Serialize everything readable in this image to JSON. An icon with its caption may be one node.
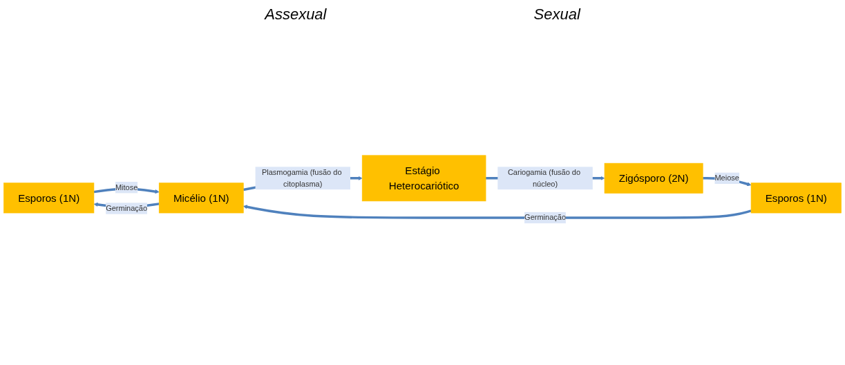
{
  "diagram": {
    "nodes": [
      {
        "text": [
          "Esporos (1N)"
        ]
      },
      {
        "text": [
          "Micélio (1N)"
        ]
      },
      {
        "text": [
          "Estágio Heterocariótico"
        ]
      },
      {
        "text": [
          "Zigósporo (2N)"
        ]
      },
      {
        "text": [
          "Esporos (1N)"
        ]
      }
    ],
    "edges": [
      {
        "from": 0,
        "to": 1,
        "arrow": "to",
        "label": "Mitose"
      },
      {
        "from": 1,
        "to": 0,
        "arrow": "to",
        "label": "Germinação"
      },
      {
        "from": 1,
        "to": 2,
        "arrow": "to",
        "label": "Plasmogamia (fusão do citoplasma)"
      },
      {
        "from": 2,
        "to": 3,
        "arrow": "to",
        "label": "Cariogamia (fusão do núcleo)"
      },
      {
        "from": 3,
        "to": 4,
        "arrow": "to",
        "label": "Meiose"
      },
      {
        "from": 4,
        "to": 1,
        "arrow": "to",
        "label": "Germinação"
      }
    ],
    "labels": [
      "Assexual",
      "Sexual"
    ]
  }
}
